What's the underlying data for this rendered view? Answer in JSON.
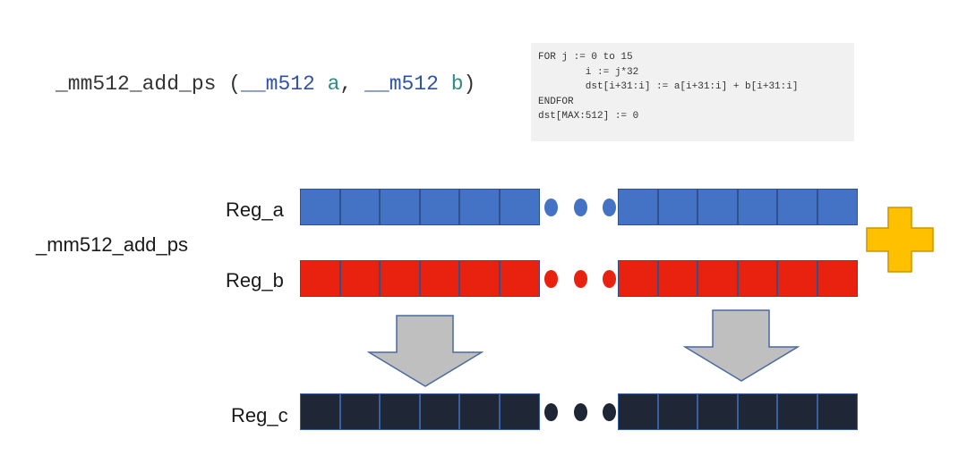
{
  "signature": {
    "func": "_mm512_add_ps",
    "open": " (",
    "type_a": "__m512",
    "param_a": " a",
    "sep": ", ",
    "type_b": "__m512",
    "param_b": " b",
    "close": ")"
  },
  "pseudocode": {
    "lines": [
      "FOR j := 0 to 15",
      "        i := j*32",
      "        dst[i+31:i] := a[i+31:i] + b[i+31:i]",
      "ENDFOR",
      "dst[MAX:512] := 0"
    ]
  },
  "diagram": {
    "func_label": "_mm512_add_ps",
    "registers": {
      "a": {
        "label": "Reg_a",
        "color": "#4472c4"
      },
      "b": {
        "label": "Reg_b",
        "color": "#e8220f"
      },
      "c": {
        "label": "Reg_c",
        "color": "#1f2635"
      }
    },
    "plus_color": "#ffc000",
    "arrow_color": "#bfbfbf"
  }
}
